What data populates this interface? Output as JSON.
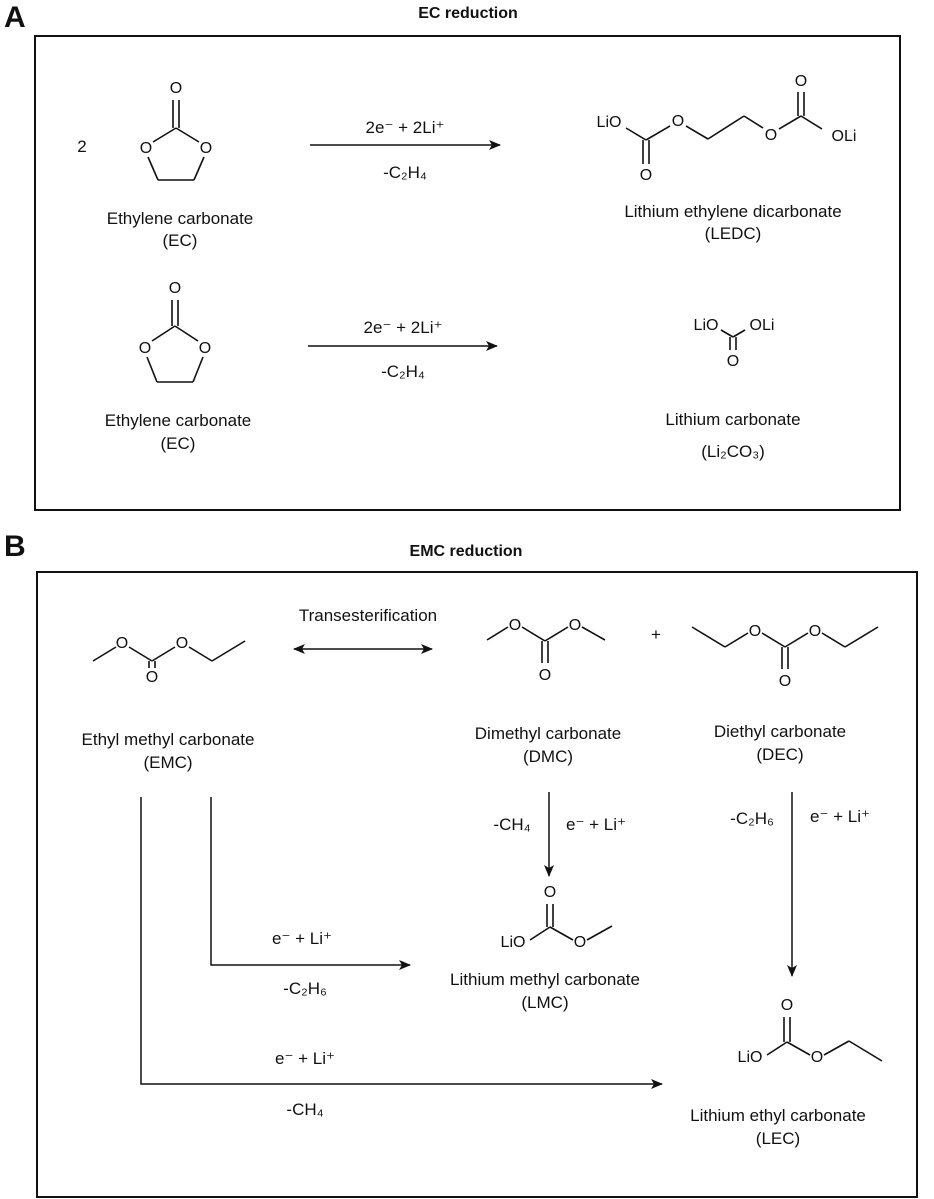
{
  "panel_a": {
    "letter": "A",
    "title": "EC reduction",
    "coefficient": "2",
    "reaction1": {
      "reactant_name": "Ethylene carbonate",
      "reactant_abbr": "(EC)",
      "arrow_top": "2e⁻ + 2Li⁺",
      "arrow_bottom": "-C₂H₄",
      "product_name": "Lithium ethylene dicarbonate",
      "product_abbr": "(LEDC)"
    },
    "reaction2": {
      "reactant_name": "Ethylene carbonate",
      "reactant_abbr": "(EC)",
      "arrow_top": "2e⁻ + 2Li⁺",
      "arrow_bottom": "-C₂H₄",
      "product_name": "Lithium carbonate",
      "product_abbr": "(Li₂CO₃)"
    }
  },
  "panel_b": {
    "letter": "B",
    "title": "EMC reduction",
    "transesterification": "Transesterification",
    "plus": "+",
    "emc_name": "Ethyl methyl carbonate",
    "emc_abbr": "(EMC)",
    "dmc_name": "Dimethyl carbonate",
    "dmc_abbr": "(DMC)",
    "dec_name": "Diethyl carbonate",
    "dec_abbr": "(DEC)",
    "dmc_arrow_left": "-CH₄",
    "dmc_arrow_right": "e⁻ + Li⁺",
    "dec_arrow_left": "-C₂H₆",
    "dec_arrow_right": "e⁻ + Li⁺",
    "emc_lmc_top": "e⁻ + Li⁺",
    "emc_lmc_bottom": "-C₂H₆",
    "emc_lec_top": "e⁻ + Li⁺",
    "emc_lec_bottom": "-CH₄",
    "lmc_name": "Lithium methyl carbonate",
    "lmc_abbr": "(LMC)",
    "lec_name": "Lithium ethyl carbonate",
    "lec_abbr": "(LEC)"
  },
  "atoms": {
    "O": "O",
    "LiO": "LiO",
    "OLi": "OLi"
  }
}
